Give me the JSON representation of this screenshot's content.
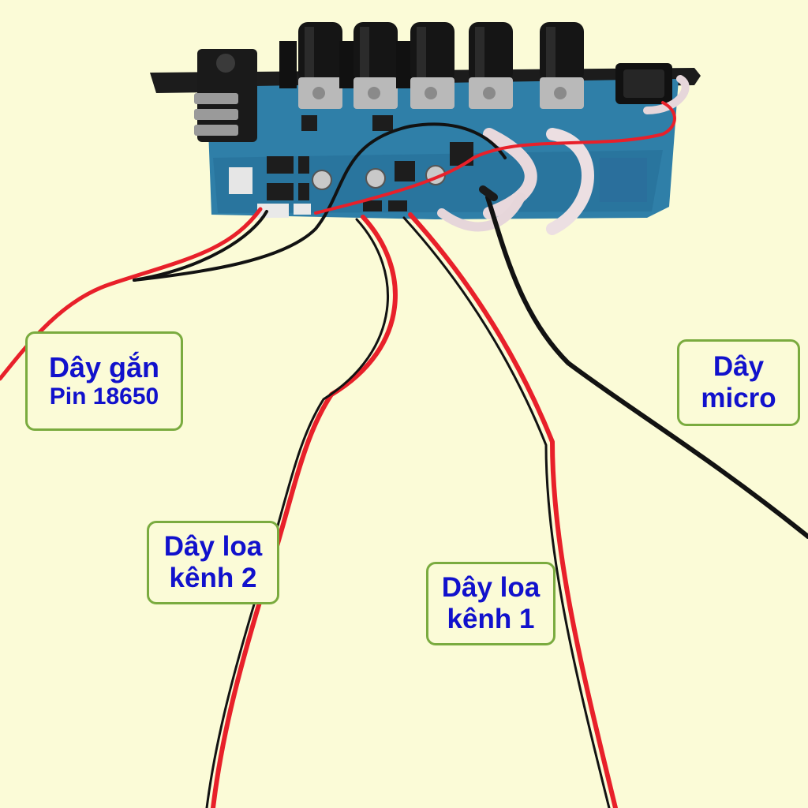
{
  "colors": {
    "background": "#fbfbd7",
    "callout_border": "#7aab3f",
    "callout_text": "#1111cc",
    "board": "#2f7fa8",
    "wire_red": "#e8202a",
    "wire_black": "#121212"
  },
  "labels": {
    "battery": {
      "line1": "Dây gắn",
      "line2": "Pin 18650"
    },
    "mic": {
      "line1": "Dây",
      "line2": "micro"
    },
    "speaker_ch2": {
      "line1": "Dây loa",
      "line2": "kênh 2"
    },
    "speaker_ch1": {
      "line1": "Dây loa",
      "line2": "kênh 1"
    }
  }
}
